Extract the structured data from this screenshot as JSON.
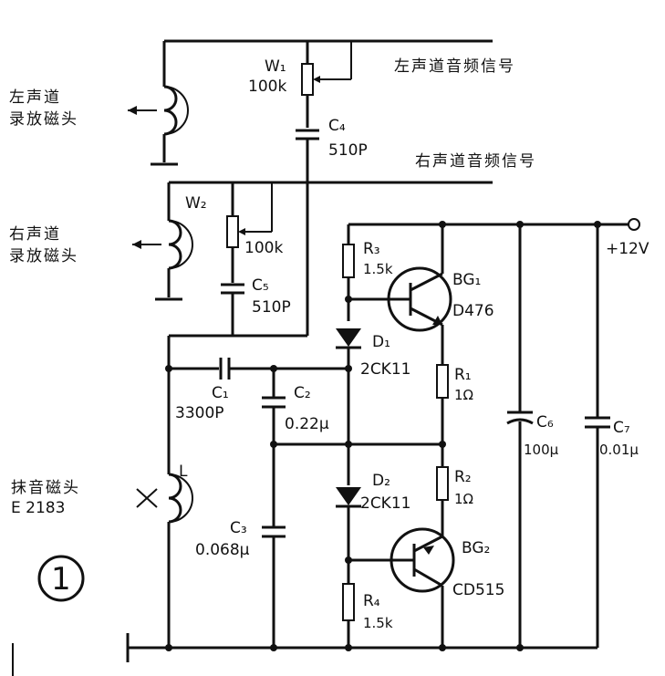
{
  "signals": {
    "left_out": "左声道音频信号",
    "right_out": "右声道音频信号"
  },
  "heads": {
    "left": [
      "左声道",
      "录放磁头"
    ],
    "right": [
      "右声道",
      "录放磁头"
    ],
    "erase": [
      "抹音磁头",
      "E 2183"
    ],
    "erase_ref": "L"
  },
  "components": {
    "W1": {
      "name": "W₁",
      "value": "100k"
    },
    "W2": {
      "name": "W₂",
      "value": "100k"
    },
    "C4": {
      "name": "C₄",
      "value": "510P"
    },
    "C5": {
      "name": "C₅",
      "value": "510P"
    },
    "C1": {
      "name": "C₁",
      "value": "3300P"
    },
    "C2": {
      "name": "C₂",
      "value": "0.22μ"
    },
    "C3": {
      "name": "C₃",
      "value": "0.068μ"
    },
    "C6": {
      "name": "C₆",
      "value": "100μ"
    },
    "C7": {
      "name": "C₇",
      "value": "0.01μ"
    },
    "R1": {
      "name": "R₁",
      "value": "1Ω"
    },
    "R2": {
      "name": "R₂",
      "value": "1Ω"
    },
    "R3": {
      "name": "R₃",
      "value": "1.5k"
    },
    "R4": {
      "name": "R₄",
      "value": "1.5k"
    },
    "D1": {
      "name": "D₁",
      "value": "2CK11"
    },
    "D2": {
      "name": "D₂",
      "value": "2CK11"
    },
    "BG1": {
      "name": "BG₁",
      "value": "D476"
    },
    "BG2": {
      "name": "BG₂",
      "value": "CD515"
    }
  },
  "supply": "+12V",
  "figure_number": "1"
}
